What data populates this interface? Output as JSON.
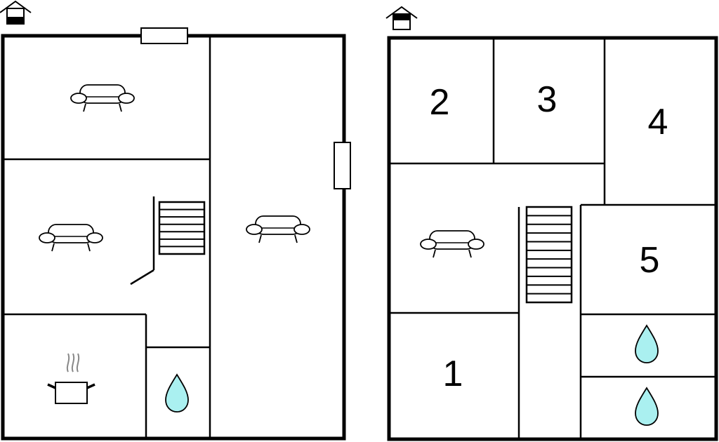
{
  "room_labels": {
    "r1": "1",
    "r2": "2",
    "r3": "3",
    "r4": "4",
    "r5": "5"
  },
  "colors": {
    "water": "#aaf0f0",
    "line": "#000000",
    "steam": "#888888"
  },
  "icons": {
    "floor_marker": "house-icon",
    "living": "sofa-icon",
    "kitchen": "cooking-pot-icon",
    "bathroom": "water-drop-icon",
    "stairs": "staircase-icon",
    "window": "window-icon"
  }
}
